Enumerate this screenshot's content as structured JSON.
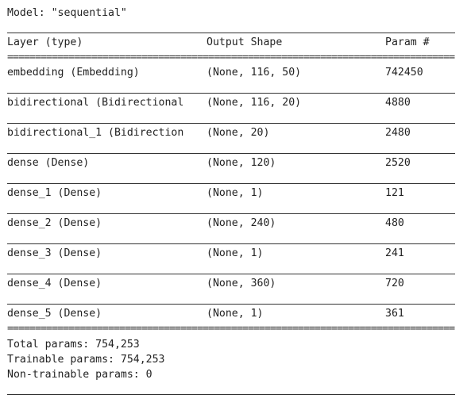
{
  "model_title": "Model: \"sequential\"",
  "header": {
    "layer": "Layer (type)",
    "output_shape": "Output Shape",
    "params": "Param #"
  },
  "separator": "================================================================================",
  "rows": [
    {
      "layer": "embedding (Embedding)",
      "output_shape": "(None, 116, 50)",
      "params": "742450"
    },
    {
      "layer": "bidirectional (Bidirectional",
      "output_shape": "(None, 116, 20)",
      "params": "4880"
    },
    {
      "layer": "bidirectional_1 (Bidirection",
      "output_shape": "(None, 20)",
      "params": "2480"
    },
    {
      "layer": "dense (Dense)",
      "output_shape": "(None, 120)",
      "params": "2520"
    },
    {
      "layer": "dense_1 (Dense)",
      "output_shape": "(None, 1)",
      "params": "121"
    },
    {
      "layer": "dense_2 (Dense)",
      "output_shape": "(None, 240)",
      "params": "480"
    },
    {
      "layer": "dense_3 (Dense)",
      "output_shape": "(None, 1)",
      "params": "241"
    },
    {
      "layer": "dense_4 (Dense)",
      "output_shape": "(None, 360)",
      "params": "720"
    },
    {
      "layer": "dense_5 (Dense)",
      "output_shape": "(None, 1)",
      "params": "361"
    }
  ],
  "summary": {
    "total": "Total params: 754,253",
    "trainable": "Trainable params: 754,253",
    "non_trainable": "Non-trainable params: 0"
  }
}
